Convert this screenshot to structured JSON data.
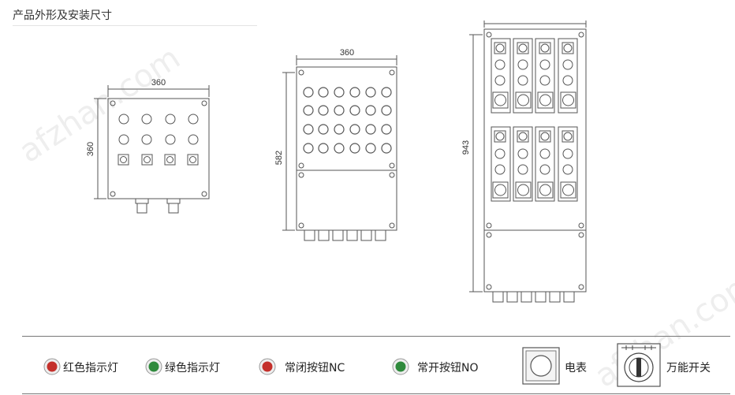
{
  "header": {
    "title": "产品外形及安装尺寸"
  },
  "dimensions": {
    "small_width": "360",
    "small_height": "360",
    "medium_width": "360",
    "medium_height": "582",
    "large_height": "943"
  },
  "legend": {
    "red_lamp": "红色指示灯",
    "green_lamp": "绿色指示灯",
    "nc_button": "常闭按钮NC",
    "no_button": "常开按钮NO",
    "meter": "电表",
    "universal_switch": "万能开关"
  },
  "watermark": "afzhan.com",
  "colors": {
    "red": "#c4302b",
    "green": "#2f8a3c",
    "line": "#555555"
  }
}
